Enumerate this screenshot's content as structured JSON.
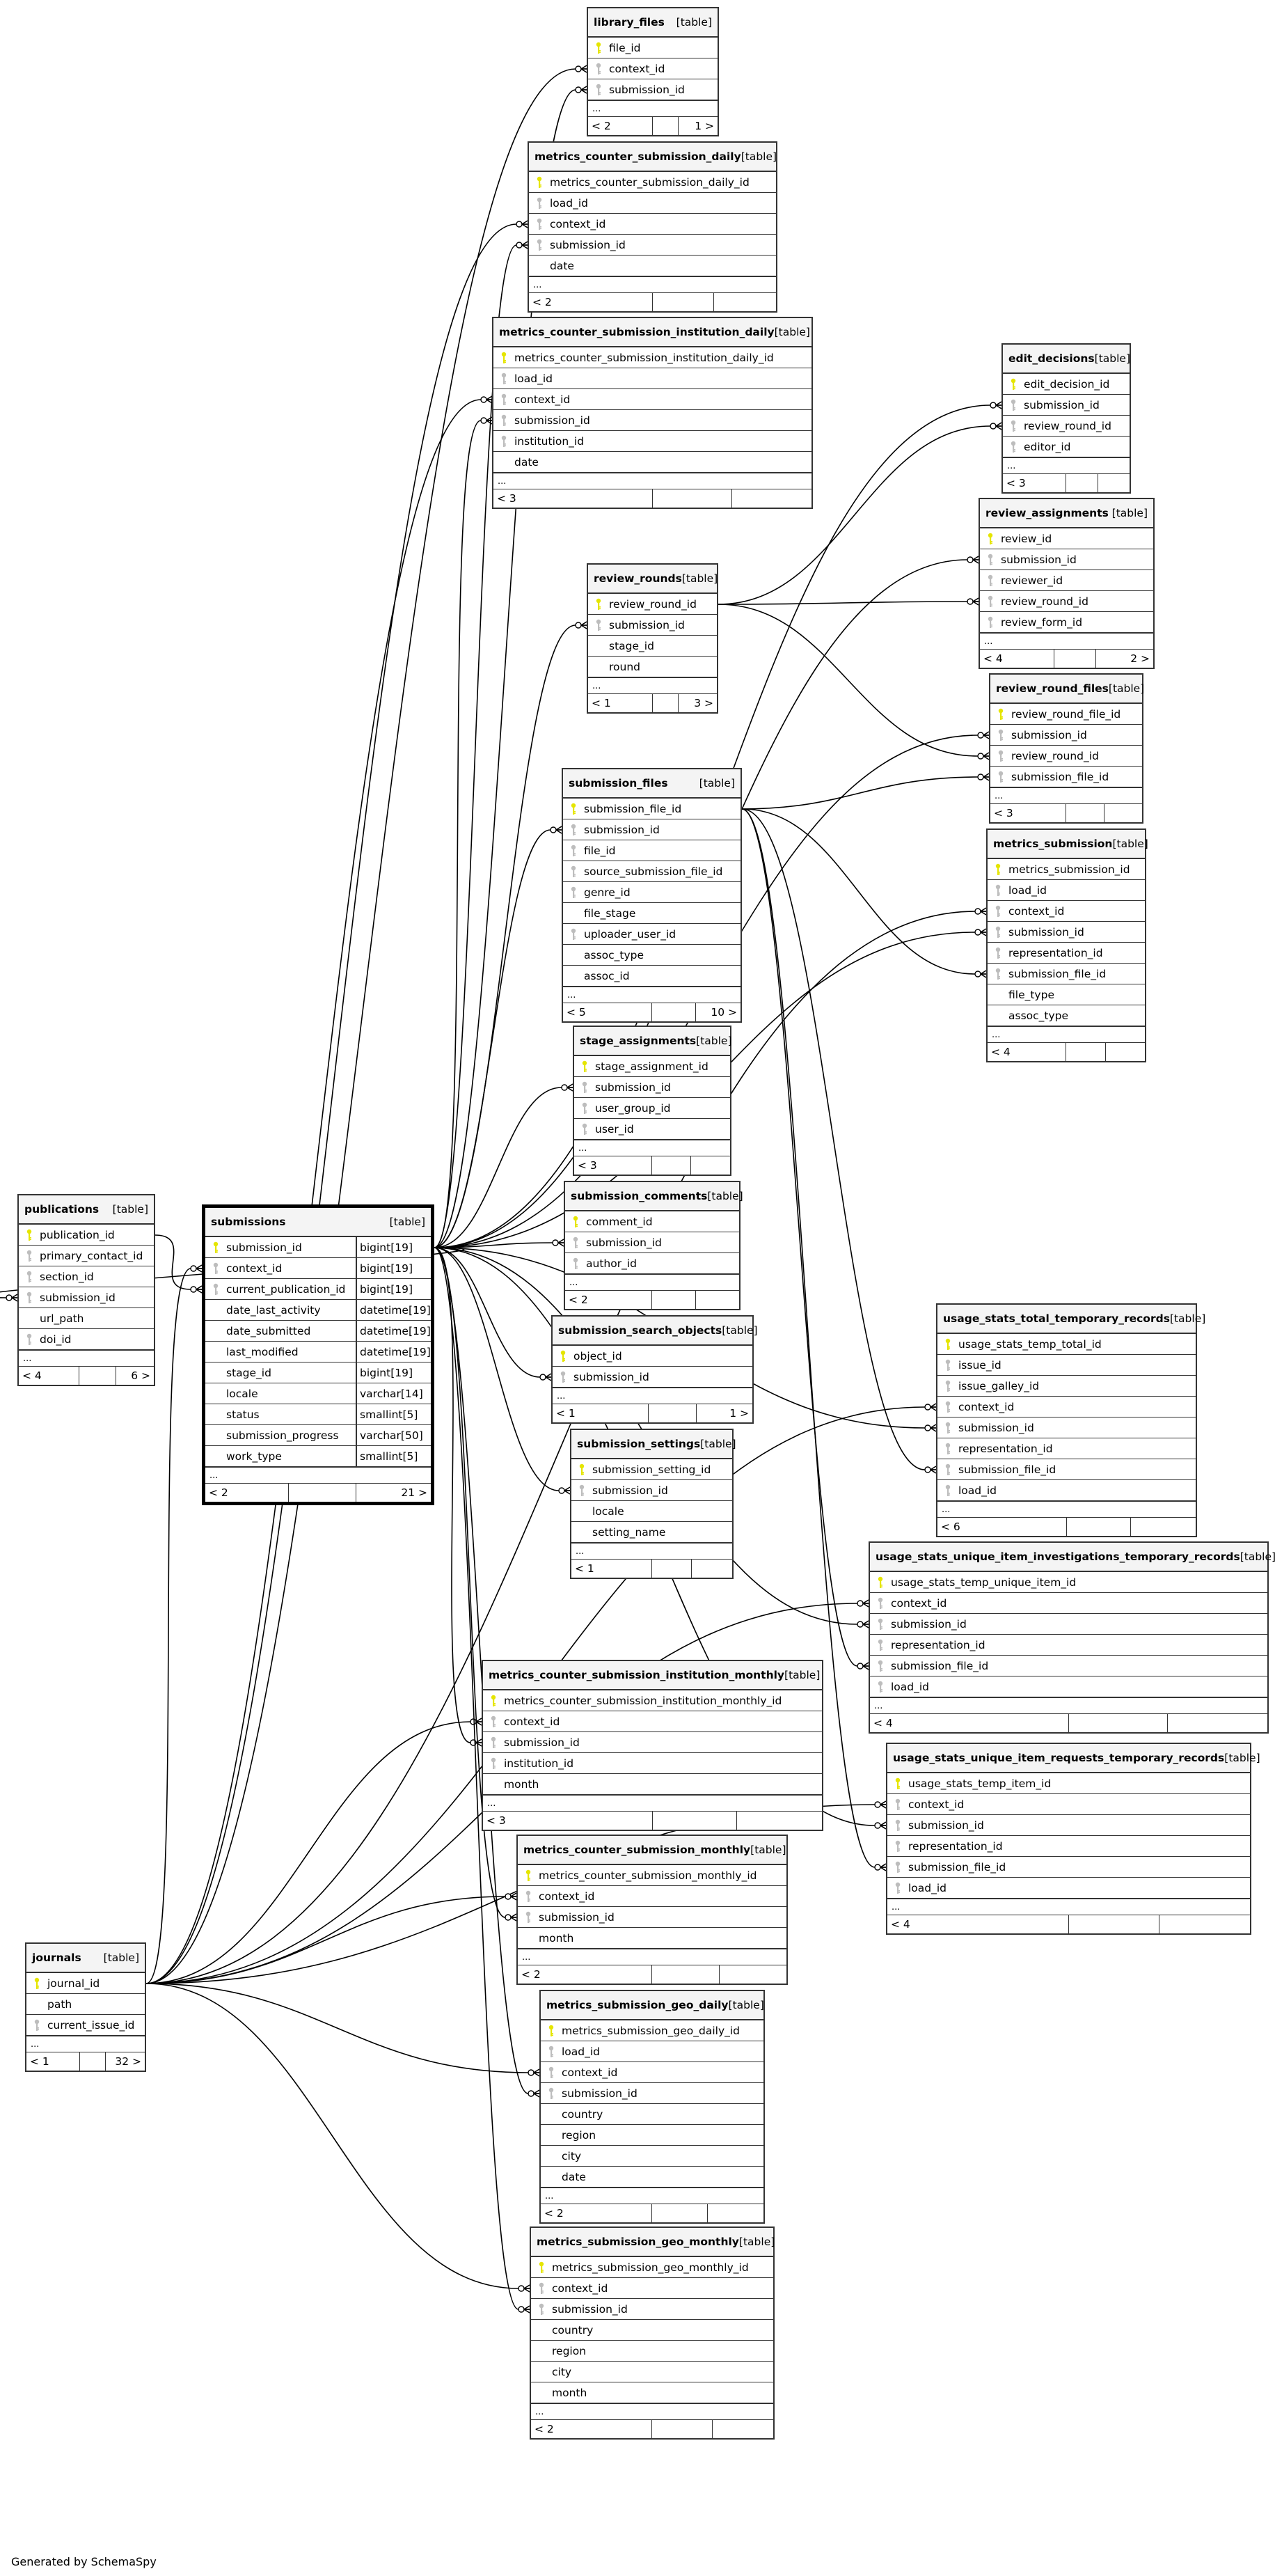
{
  "footer": "Generated by SchemaSpy",
  "type_label": "[table]",
  "colors": {
    "primary_key": "#e5e500",
    "foreign_key": "#bdbdbd",
    "border": "#333333",
    "header_bg": "#f4f4f4"
  },
  "tables": [
    {
      "id": "library_files",
      "name": "library_files",
      "columns": [
        {
          "n": "file_id",
          "k": "pk"
        },
        {
          "n": "context_id",
          "k": "fk"
        },
        {
          "n": "submission_id",
          "k": "fk"
        }
      ],
      "parents": "< 2",
      "children": "1 >"
    },
    {
      "id": "mcsd",
      "name": "metrics_counter_submission_daily",
      "columns": [
        {
          "n": "metrics_counter_submission_daily_id",
          "k": "pk"
        },
        {
          "n": "load_id",
          "k": "fk"
        },
        {
          "n": "context_id",
          "k": "fk"
        },
        {
          "n": "submission_id",
          "k": "fk"
        },
        {
          "n": "date",
          "k": ""
        }
      ],
      "parents": "< 2",
      "children": ""
    },
    {
      "id": "mcsid",
      "name": "metrics_counter_submission_institution_daily",
      "columns": [
        {
          "n": "metrics_counter_submission_institution_daily_id",
          "k": "pk"
        },
        {
          "n": "load_id",
          "k": "fk"
        },
        {
          "n": "context_id",
          "k": "fk"
        },
        {
          "n": "submission_id",
          "k": "fk"
        },
        {
          "n": "institution_id",
          "k": "fk"
        },
        {
          "n": "date",
          "k": ""
        }
      ],
      "parents": "< 3",
      "children": ""
    },
    {
      "id": "edit_decisions",
      "name": "edit_decisions",
      "columns": [
        {
          "n": "edit_decision_id",
          "k": "pk"
        },
        {
          "n": "submission_id",
          "k": "fk"
        },
        {
          "n": "review_round_id",
          "k": "fk"
        },
        {
          "n": "editor_id",
          "k": "fk"
        }
      ],
      "parents": "< 3",
      "children": ""
    },
    {
      "id": "review_assignments",
      "name": "review_assignments",
      "columns": [
        {
          "n": "review_id",
          "k": "pk"
        },
        {
          "n": "submission_id",
          "k": "fk"
        },
        {
          "n": "reviewer_id",
          "k": "fk"
        },
        {
          "n": "review_round_id",
          "k": "fk"
        },
        {
          "n": "review_form_id",
          "k": "fk"
        }
      ],
      "parents": "< 4",
      "children": "2 >"
    },
    {
      "id": "review_rounds",
      "name": "review_rounds",
      "columns": [
        {
          "n": "review_round_id",
          "k": "pk"
        },
        {
          "n": "submission_id",
          "k": "fk"
        },
        {
          "n": "stage_id",
          "k": ""
        },
        {
          "n": "round",
          "k": ""
        }
      ],
      "parents": "< 1",
      "children": "3 >"
    },
    {
      "id": "review_round_files",
      "name": "review_round_files",
      "columns": [
        {
          "n": "review_round_file_id",
          "k": "pk"
        },
        {
          "n": "submission_id",
          "k": "fk"
        },
        {
          "n": "review_round_id",
          "k": "fk"
        },
        {
          "n": "submission_file_id",
          "k": "fk"
        }
      ],
      "parents": "< 3",
      "children": ""
    },
    {
      "id": "submission_files",
      "name": "submission_files",
      "columns": [
        {
          "n": "submission_file_id",
          "k": "pk"
        },
        {
          "n": "submission_id",
          "k": "fk"
        },
        {
          "n": "file_id",
          "k": "fk"
        },
        {
          "n": "source_submission_file_id",
          "k": "fk"
        },
        {
          "n": "genre_id",
          "k": "fk"
        },
        {
          "n": "file_stage",
          "k": ""
        },
        {
          "n": "uploader_user_id",
          "k": "fk"
        },
        {
          "n": "assoc_type",
          "k": ""
        },
        {
          "n": "assoc_id",
          "k": ""
        }
      ],
      "parents": "< 5",
      "children": "10 >"
    },
    {
      "id": "metrics_submission",
      "name": "metrics_submission",
      "columns": [
        {
          "n": "metrics_submission_id",
          "k": "pk"
        },
        {
          "n": "load_id",
          "k": "fk"
        },
        {
          "n": "context_id",
          "k": "fk"
        },
        {
          "n": "submission_id",
          "k": "fk"
        },
        {
          "n": "representation_id",
          "k": "fk"
        },
        {
          "n": "submission_file_id",
          "k": "fk"
        },
        {
          "n": "file_type",
          "k": ""
        },
        {
          "n": "assoc_type",
          "k": ""
        }
      ],
      "parents": "< 4",
      "children": ""
    },
    {
      "id": "stage_assignments",
      "name": "stage_assignments",
      "columns": [
        {
          "n": "stage_assignment_id",
          "k": "pk"
        },
        {
          "n": "submission_id",
          "k": "fk"
        },
        {
          "n": "user_group_id",
          "k": "fk"
        },
        {
          "n": "user_id",
          "k": "fk"
        }
      ],
      "parents": "< 3",
      "children": ""
    },
    {
      "id": "publications",
      "name": "publications",
      "columns": [
        {
          "n": "publication_id",
          "k": "pk"
        },
        {
          "n": "primary_contact_id",
          "k": "fk"
        },
        {
          "n": "section_id",
          "k": "fk"
        },
        {
          "n": "submission_id",
          "k": "fk"
        },
        {
          "n": "url_path",
          "k": ""
        },
        {
          "n": "doi_id",
          "k": "fk"
        }
      ],
      "parents": "< 4",
      "children": "6 >"
    },
    {
      "id": "submissions",
      "name": "submissions",
      "focus": true,
      "columns": [
        {
          "n": "submission_id",
          "k": "pk",
          "t": "bigint[19]"
        },
        {
          "n": "context_id",
          "k": "fk",
          "t": "bigint[19]"
        },
        {
          "n": "current_publication_id",
          "k": "fk",
          "t": "bigint[19]"
        },
        {
          "n": "date_last_activity",
          "k": "",
          "t": "datetime[19]"
        },
        {
          "n": "date_submitted",
          "k": "",
          "t": "datetime[19]"
        },
        {
          "n": "last_modified",
          "k": "",
          "t": "datetime[19]"
        },
        {
          "n": "stage_id",
          "k": "",
          "t": "bigint[19]"
        },
        {
          "n": "locale",
          "k": "",
          "t": "varchar[14]"
        },
        {
          "n": "status",
          "k": "",
          "t": "smallint[5]"
        },
        {
          "n": "submission_progress",
          "k": "",
          "t": "varchar[50]"
        },
        {
          "n": "work_type",
          "k": "",
          "t": "smallint[5]"
        }
      ],
      "parents": "< 2",
      "children": "21 >"
    },
    {
      "id": "submission_comments",
      "name": "submission_comments",
      "columns": [
        {
          "n": "comment_id",
          "k": "pk"
        },
        {
          "n": "submission_id",
          "k": "fk"
        },
        {
          "n": "author_id",
          "k": "fk"
        }
      ],
      "parents": "< 2",
      "children": ""
    },
    {
      "id": "usage_total",
      "name": "usage_stats_total_temporary_records",
      "columns": [
        {
          "n": "usage_stats_temp_total_id",
          "k": "pk"
        },
        {
          "n": "issue_id",
          "k": "fk"
        },
        {
          "n": "issue_galley_id",
          "k": "fk"
        },
        {
          "n": "context_id",
          "k": "fk"
        },
        {
          "n": "submission_id",
          "k": "fk"
        },
        {
          "n": "representation_id",
          "k": "fk"
        },
        {
          "n": "submission_file_id",
          "k": "fk"
        },
        {
          "n": "load_id",
          "k": "fk"
        }
      ],
      "parents": "< 6",
      "children": ""
    },
    {
      "id": "submission_search_objects",
      "name": "submission_search_objects",
      "columns": [
        {
          "n": "object_id",
          "k": "pk"
        },
        {
          "n": "submission_id",
          "k": "fk"
        }
      ],
      "parents": "< 1",
      "children": "1 >"
    },
    {
      "id": "submission_settings",
      "name": "submission_settings",
      "columns": [
        {
          "n": "submission_setting_id",
          "k": "pk"
        },
        {
          "n": "submission_id",
          "k": "fk"
        },
        {
          "n": "locale",
          "k": ""
        },
        {
          "n": "setting_name",
          "k": ""
        }
      ],
      "parents": "< 1",
      "children": ""
    },
    {
      "id": "usage_inv",
      "name": "usage_stats_unique_item_investigations_temporary_records",
      "columns": [
        {
          "n": "usage_stats_temp_unique_item_id",
          "k": "pk"
        },
        {
          "n": "context_id",
          "k": "fk"
        },
        {
          "n": "submission_id",
          "k": "fk"
        },
        {
          "n": "representation_id",
          "k": "fk"
        },
        {
          "n": "submission_file_id",
          "k": "fk"
        },
        {
          "n": "load_id",
          "k": "fk"
        }
      ],
      "parents": "< 4",
      "children": ""
    },
    {
      "id": "mcsim",
      "name": "metrics_counter_submission_institution_monthly",
      "columns": [
        {
          "n": "metrics_counter_submission_institution_monthly_id",
          "k": "pk"
        },
        {
          "n": "context_id",
          "k": "fk"
        },
        {
          "n": "submission_id",
          "k": "fk"
        },
        {
          "n": "institution_id",
          "k": "fk"
        },
        {
          "n": "month",
          "k": ""
        }
      ],
      "parents": "< 3",
      "children": ""
    },
    {
      "id": "usage_req",
      "name": "usage_stats_unique_item_requests_temporary_records",
      "columns": [
        {
          "n": "usage_stats_temp_item_id",
          "k": "pk"
        },
        {
          "n": "context_id",
          "k": "fk"
        },
        {
          "n": "submission_id",
          "k": "fk"
        },
        {
          "n": "representation_id",
          "k": "fk"
        },
        {
          "n": "submission_file_id",
          "k": "fk"
        },
        {
          "n": "load_id",
          "k": "fk"
        }
      ],
      "parents": "< 4",
      "children": ""
    },
    {
      "id": "mcsm",
      "name": "metrics_counter_submission_monthly",
      "columns": [
        {
          "n": "metrics_counter_submission_monthly_id",
          "k": "pk"
        },
        {
          "n": "context_id",
          "k": "fk"
        },
        {
          "n": "submission_id",
          "k": "fk"
        },
        {
          "n": "month",
          "k": ""
        }
      ],
      "parents": "< 2",
      "children": ""
    },
    {
      "id": "journals",
      "name": "journals",
      "columns": [
        {
          "n": "journal_id",
          "k": "pk"
        },
        {
          "n": "path",
          "k": ""
        },
        {
          "n": "current_issue_id",
          "k": "fk"
        }
      ],
      "parents": "< 1",
      "children": "32 >"
    },
    {
      "id": "msgd",
      "name": "metrics_submission_geo_daily",
      "columns": [
        {
          "n": "metrics_submission_geo_daily_id",
          "k": "pk"
        },
        {
          "n": "load_id",
          "k": "fk"
        },
        {
          "n": "context_id",
          "k": "fk"
        },
        {
          "n": "submission_id",
          "k": "fk"
        },
        {
          "n": "country",
          "k": ""
        },
        {
          "n": "region",
          "k": ""
        },
        {
          "n": "city",
          "k": ""
        },
        {
          "n": "date",
          "k": ""
        }
      ],
      "parents": "< 2",
      "children": ""
    },
    {
      "id": "msgm",
      "name": "metrics_submission_geo_monthly",
      "columns": [
        {
          "n": "metrics_submission_geo_monthly_id",
          "k": "pk"
        },
        {
          "n": "context_id",
          "k": "fk"
        },
        {
          "n": "submission_id",
          "k": "fk"
        },
        {
          "n": "country",
          "k": ""
        },
        {
          "n": "region",
          "k": ""
        },
        {
          "n": "city",
          "k": ""
        },
        {
          "n": "month",
          "k": ""
        }
      ],
      "parents": "< 2",
      "children": ""
    }
  ],
  "relationships": [
    {
      "from": "journals.journal_id",
      "to": "library_files.context_id"
    },
    {
      "from": "submissions.submission_id",
      "to": "library_files.submission_id"
    },
    {
      "from": "journals.journal_id",
      "to": "mcsd.context_id"
    },
    {
      "from": "submissions.submission_id",
      "to": "mcsd.submission_id"
    },
    {
      "from": "journals.journal_id",
      "to": "mcsid.context_id"
    },
    {
      "from": "submissions.submission_id",
      "to": "mcsid.submission_id"
    },
    {
      "from": "submissions.submission_id",
      "to": "edit_decisions.submission_id"
    },
    {
      "from": "review_rounds.review_round_id",
      "to": "edit_decisions.review_round_id"
    },
    {
      "from": "submissions.submission_id",
      "to": "review_assignments.submission_id"
    },
    {
      "from": "review_rounds.review_round_id",
      "to": "review_assignments.review_round_id"
    },
    {
      "from": "submissions.submission_id",
      "to": "review_rounds.submission_id"
    },
    {
      "from": "submissions.submission_id",
      "to": "review_round_files.submission_id"
    },
    {
      "from": "review_rounds.review_round_id",
      "to": "review_round_files.review_round_id"
    },
    {
      "from": "submission_files.submission_file_id",
      "to": "review_round_files.submission_file_id"
    },
    {
      "from": "submissions.submission_id",
      "to": "submission_files.submission_id"
    },
    {
      "from": "journals.journal_id",
      "to": "metrics_submission.context_id"
    },
    {
      "from": "submissions.submission_id",
      "to": "metrics_submission.submission_id"
    },
    {
      "from": "submission_files.submission_file_id",
      "to": "metrics_submission.submission_file_id"
    },
    {
      "from": "submissions.submission_id",
      "to": "stage_assignments.submission_id"
    },
    {
      "from": "submissions.submission_id",
      "to": "publications.submission_id"
    },
    {
      "from": "journals.journal_id",
      "to": "submissions.context_id"
    },
    {
      "from": "publications.publication_id",
      "to": "submissions.current_publication_id"
    },
    {
      "from": "submissions.submission_id",
      "to": "submission_comments.submission_id"
    },
    {
      "from": "journals.journal_id",
      "to": "usage_total.context_id"
    },
    {
      "from": "submissions.submission_id",
      "to": "usage_total.submission_id"
    },
    {
      "from": "submission_files.submission_file_id",
      "to": "usage_total.submission_file_id"
    },
    {
      "from": "submissions.submission_id",
      "to": "submission_search_objects.submission_id"
    },
    {
      "from": "submissions.submission_id",
      "to": "submission_settings.submission_id"
    },
    {
      "from": "journals.journal_id",
      "to": "usage_inv.context_id"
    },
    {
      "from": "submissions.submission_id",
      "to": "usage_inv.submission_id"
    },
    {
      "from": "submission_files.submission_file_id",
      "to": "usage_inv.submission_file_id"
    },
    {
      "from": "journals.journal_id",
      "to": "mcsim.context_id"
    },
    {
      "from": "submissions.submission_id",
      "to": "mcsim.submission_id"
    },
    {
      "from": "journals.journal_id",
      "to": "usage_req.context_id"
    },
    {
      "from": "submissions.submission_id",
      "to": "usage_req.submission_id"
    },
    {
      "from": "submission_files.submission_file_id",
      "to": "usage_req.submission_file_id"
    },
    {
      "from": "journals.journal_id",
      "to": "mcsm.context_id"
    },
    {
      "from": "submissions.submission_id",
      "to": "mcsm.submission_id"
    },
    {
      "from": "journals.journal_id",
      "to": "msgd.context_id"
    },
    {
      "from": "submissions.submission_id",
      "to": "msgd.submission_id"
    },
    {
      "from": "journals.journal_id",
      "to": "msgm.context_id"
    },
    {
      "from": "submissions.submission_id",
      "to": "msgm.submission_id"
    }
  ]
}
